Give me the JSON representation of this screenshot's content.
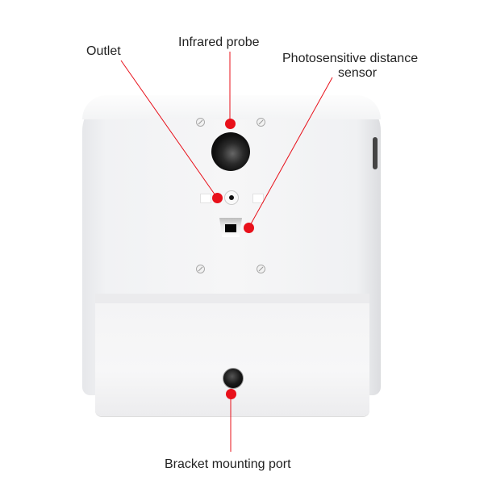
{
  "diagram": {
    "subject": "Wall-mounted automatic dispenser, front view",
    "accent_color": "#e8101a",
    "labels": {
      "outlet": "Outlet",
      "infrared_probe": "Infrared probe",
      "photosensitive_line1": "Photosensitive distance",
      "photosensitive_line2": "sensor",
      "bracket": "Bracket mounting port"
    }
  }
}
